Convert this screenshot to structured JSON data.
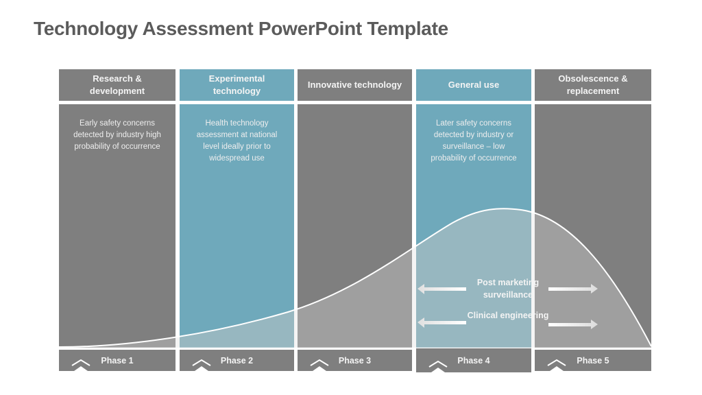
{
  "title": "Technology Assessment PowerPoint Template",
  "colors": {
    "gray": "#7f7f7f",
    "teal": "#6fa9bb",
    "curve_fill": "#a6a6a6",
    "curve_line": "#ffffff",
    "title_text": "#5b5b5b"
  },
  "columns": [
    {
      "header": "Research & development",
      "color": "gray",
      "body_text": "Early safety concerns detected by industry high probability of occurrence",
      "phase": "Phase 1"
    },
    {
      "header": "Experimental technology",
      "color": "teal",
      "body_text": "Health technology assessment at national level ideally prior to widespread use",
      "phase": "Phase 2"
    },
    {
      "header": "Innovative technology",
      "color": "gray",
      "body_text": "",
      "phase": "Phase 3"
    },
    {
      "header": "General use",
      "color": "teal",
      "body_text": "Later safety concerns detected by industry or surveillance – low probability of occurrence",
      "phase": "Phase 4"
    },
    {
      "header": "Obsolescence & replacement",
      "color": "gray",
      "body_text": "",
      "phase": "Phase 5"
    }
  ],
  "annotations": [
    {
      "label": "Post marketing surveillance",
      "arrows": [
        "left",
        "right"
      ]
    },
    {
      "label": "Clinical engineering",
      "arrows": [
        "left",
        "right"
      ]
    }
  ],
  "icons": {
    "phase_marker": "chevron-up-icon",
    "arrow_left": "arrow-left-icon",
    "arrow_right": "arrow-right-icon"
  }
}
